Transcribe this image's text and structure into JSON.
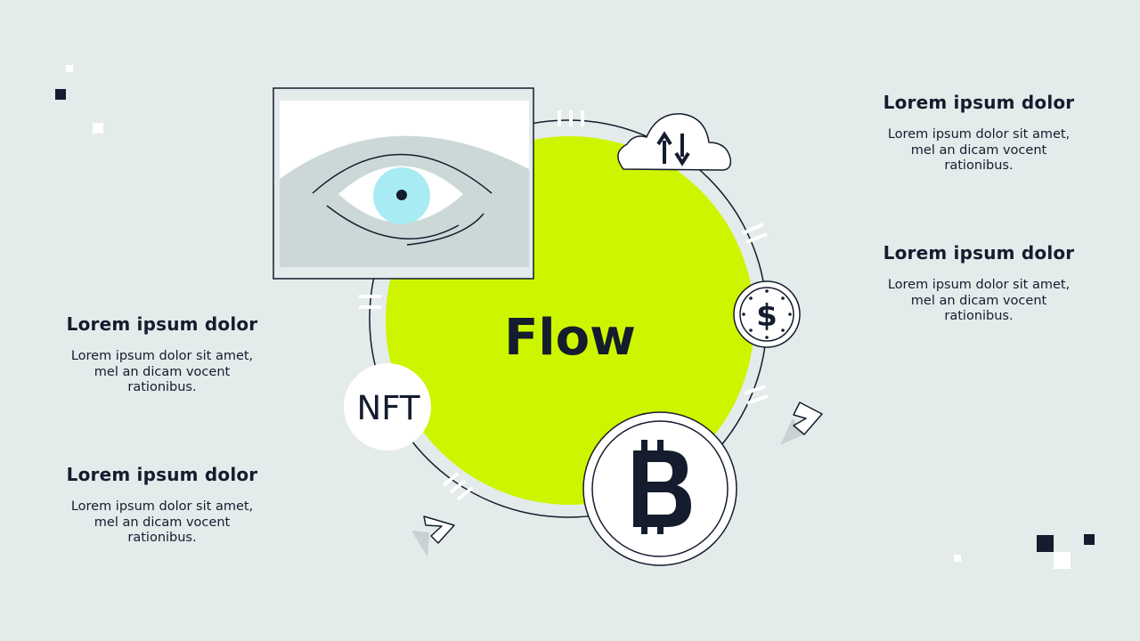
{
  "title": "Flow",
  "nft_label": "NFT",
  "colors": {
    "background": "#e4ebeb",
    "accent": "#cdf500",
    "ink": "#141c2e",
    "eye_iris": "#a8ebf3",
    "panel_gray": "#ccd8d8"
  },
  "icons": [
    "eye-icon",
    "cloud-transfer-icon",
    "dollar-coin-icon",
    "bitcoin-coin-icon",
    "arrow-icon"
  ],
  "blocks": [
    {
      "heading": "Lorem ipsum dolor",
      "text": "Lorem ipsum dolor sit amet,\nmel an dicam vocent\nrationibus."
    },
    {
      "heading": "Lorem ipsum dolor",
      "text": "Lorem ipsum dolor sit amet,\nmel an dicam vocent\nrationibus."
    },
    {
      "heading": "Lorem ipsum dolor",
      "text": "Lorem ipsum dolor sit amet,\nmel an dicam vocent\nrationibus."
    },
    {
      "heading": "Lorem ipsum dolor",
      "text": "Lorem ipsum dolor sit amet,\nmel an dicam vocent\nrationibus."
    }
  ]
}
